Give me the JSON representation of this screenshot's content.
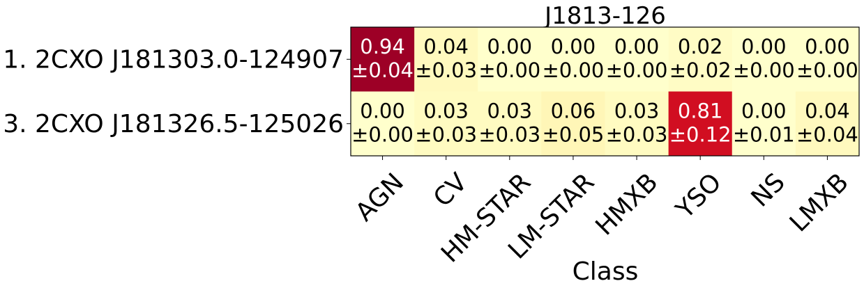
{
  "chart_data": {
    "type": "heatmap",
    "title": "J1813-126",
    "xlabel": "Class",
    "ylabel": "",
    "x_categories": [
      "AGN",
      "CV",
      "HM-STAR",
      "LM-STAR",
      "HMXB",
      "YSO",
      "NS",
      "LMXB"
    ],
    "y_categories": [
      "1. 2CXO J181303.0-124907",
      "3. 2CXO J181326.5-125026"
    ],
    "values": [
      [
        0.94,
        0.04,
        0.0,
        0.0,
        0.0,
        0.02,
        0.0,
        0.0
      ],
      [
        0.0,
        0.03,
        0.03,
        0.06,
        0.03,
        0.81,
        0.0,
        0.04
      ]
    ],
    "errors": [
      [
        0.04,
        0.03,
        0.0,
        0.0,
        0.0,
        0.02,
        0.0,
        0.0
      ],
      [
        0.0,
        0.03,
        0.03,
        0.05,
        0.03,
        0.12,
        0.01,
        0.04
      ]
    ],
    "value_labels": [
      [
        "0.94",
        "0.04",
        "0.00",
        "0.00",
        "0.00",
        "0.02",
        "0.00",
        "0.00"
      ],
      [
        "0.00",
        "0.03",
        "0.03",
        "0.06",
        "0.03",
        "0.81",
        "0.00",
        "0.04"
      ]
    ],
    "error_labels": [
      [
        "±0.04",
        "±0.03",
        "±0.00",
        "±0.00",
        "±0.00",
        "±0.02",
        "±0.00",
        "±0.00"
      ],
      [
        "±0.00",
        "±0.03",
        "±0.03",
        "±0.05",
        "±0.03",
        "±0.12",
        "±0.01",
        "±0.04"
      ]
    ],
    "colormap": "YlOrRd",
    "value_range": [
      0,
      1
    ],
    "colors": {
      "low": "#ffffcc",
      "high": "#800026",
      "text_dark": "#000000",
      "text_light": "#ffffff"
    }
  }
}
